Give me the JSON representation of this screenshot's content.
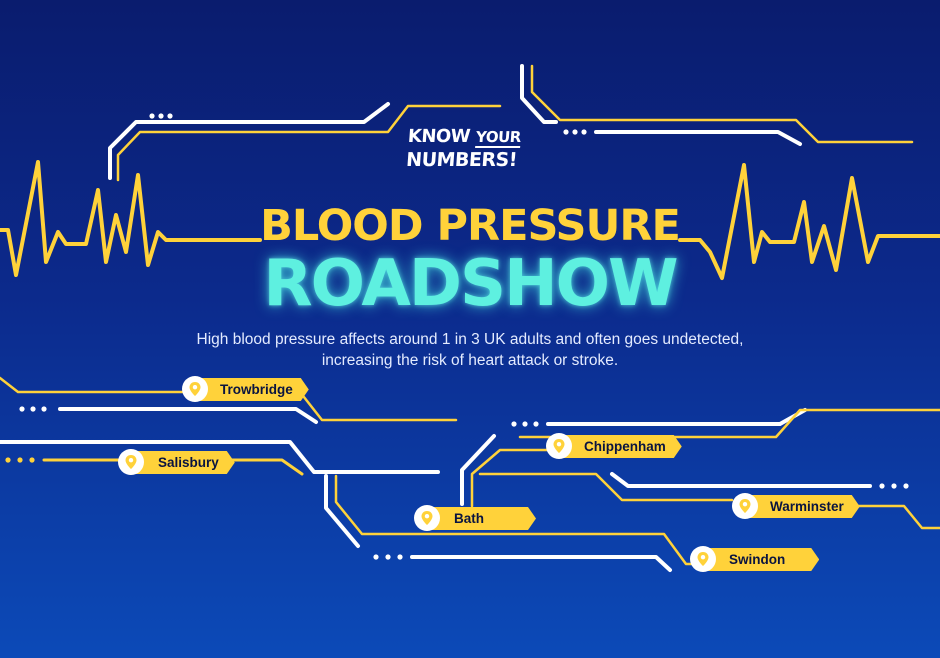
{
  "logo": {
    "know": "KNOW",
    "your": "YOUR",
    "numbers": "NUMBERS!"
  },
  "title": {
    "line1": "BLOOD PRESSURE",
    "line2": "ROADSHOW"
  },
  "subtitle": {
    "line1": "High blood pressure affects around 1 in 3 UK adults and often goes undetected,",
    "line2": "increasing the risk of heart attack or stroke."
  },
  "locations": [
    "Trowbridge",
    "Salisbury",
    "Chippenham",
    "Bath",
    "Warminster",
    "Swindon"
  ],
  "icons": {
    "location": "map-pin-icon"
  },
  "colors": {
    "background_top": "#0a1c6e",
    "background_bottom": "#0c4ab8",
    "accent_yellow": "#ffd23a",
    "accent_cyan": "#5ef0e0",
    "line_white": "#ffffff"
  }
}
